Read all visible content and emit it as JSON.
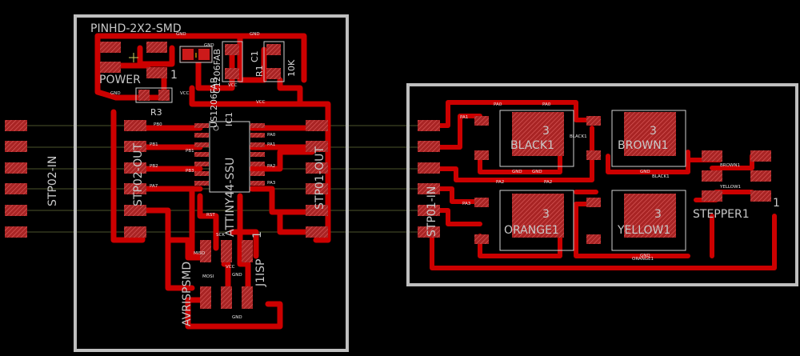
{
  "colors": {
    "background": "#000000",
    "outline": "#bfbfbf",
    "copper": "#cc0000",
    "pad_fill": "#b02a2a",
    "silk": "#d0d0d0",
    "ratsnest": "#9aa85a"
  },
  "board_left": {
    "name_labels": {
      "pinhd": "PINHD-2X2-SMD",
      "power": "POWER",
      "power_pin": "1",
      "r3": "R3",
      "cap_led": "C1206FAB",
      "us1206": "US1206FAB",
      "c1": "C1",
      "r1": "R1",
      "r10k": "10K",
      "ic1": "IC1",
      "attiny": "ATTINY44-SSU",
      "j1isp": "J1ISP",
      "isp_pin": "1",
      "avrispsmd": "AVRISPSMD",
      "stp02_out": "STP02-OUT",
      "stp01_out": "STP01-OUT",
      "stp02_in": "STP02-IN"
    },
    "net_labels": {
      "gnd": "GND",
      "vcc": "VCC",
      "pb0": "PB0",
      "pb1": "PB1",
      "pb2": "PB2",
      "pb3": "PB3",
      "pa0": "PA0",
      "pa1": "PA1",
      "pa2": "PA2",
      "pa3": "PA3",
      "pa7": "PA7",
      "rst": "RST",
      "miso": "MISO",
      "mosi": "MOSI",
      "sck": "SCK"
    }
  },
  "board_right": {
    "name_labels": {
      "stp01_in": "STP01-IN",
      "black1": "BLACK1",
      "brown1": "BROWN1",
      "orange1": "ORANGE1",
      "yellow1": "YELLOW1",
      "stepper1": "STEPPER1",
      "stepper_pin": "1",
      "pin3": "3"
    },
    "net_labels": {
      "pa0": "PA0",
      "pa1": "PA1",
      "pa2": "PA2",
      "pa3": "PA3",
      "gnd": "GND",
      "black1": "BLACK1",
      "brown1": "BROWN1",
      "yellow1": "YELLOW1",
      "orange1": "ORANGE1"
    }
  }
}
